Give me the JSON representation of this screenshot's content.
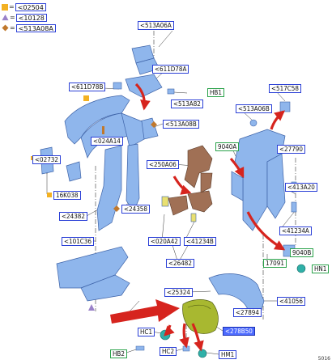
{
  "legend": [
    {
      "symbol": "yellow-square",
      "color": "#f3b122",
      "eq": "=",
      "code": "<02504"
    },
    {
      "symbol": "purple-triangle",
      "color": "#9a82c9",
      "eq": "=",
      "code": "<10128"
    },
    {
      "symbol": "orange-diamond",
      "color": "#c0782c",
      "eq": "=",
      "code": "<513A08A"
    }
  ],
  "labels": {
    "l513A06A": "<513A06A",
    "l611D78A": "<611D78A",
    "l611D78B": "<611D78B",
    "HB1": "HB1",
    "l513A82": "<513A82",
    "l517C58": "<517C58",
    "l513A06B": "<513A06B",
    "l513A08B": "<513A08B",
    "l024A14": "<024A14",
    "l9040A": "9040A",
    "l27790": "<27790",
    "l02732": "<02732",
    "l250A06": "<250A06",
    "l16K038": "16K038",
    "l413A20": "<413A20",
    "l24382": "<24382",
    "l24358": "<24358",
    "l41234A": "<41234A",
    "l101C36": "<101C36",
    "l020A42": "<020A42",
    "l41234B": "<41234B",
    "l9040B": "9040B",
    "l17091": "17091",
    "HN1": "HN1",
    "l26482": "<26482",
    "l25324": "<25324",
    "l41056": "<41056",
    "l27894": "<27894",
    "HC1": "HC1",
    "l278B50": "<278B50",
    "HB2": "HB2",
    "HC2": "HC2",
    "HM1": "HM1"
  },
  "diagram_code": "5016",
  "colors": {
    "label_border_blue": "#2a3fd6",
    "label_border_green": "#2aa24a",
    "highlight": "#4d6bff",
    "part_blue": "#8fb6ec",
    "part_brown": "#a07055",
    "arrow_red": "#d6241e",
    "fender_liner": "#a8b830"
  }
}
